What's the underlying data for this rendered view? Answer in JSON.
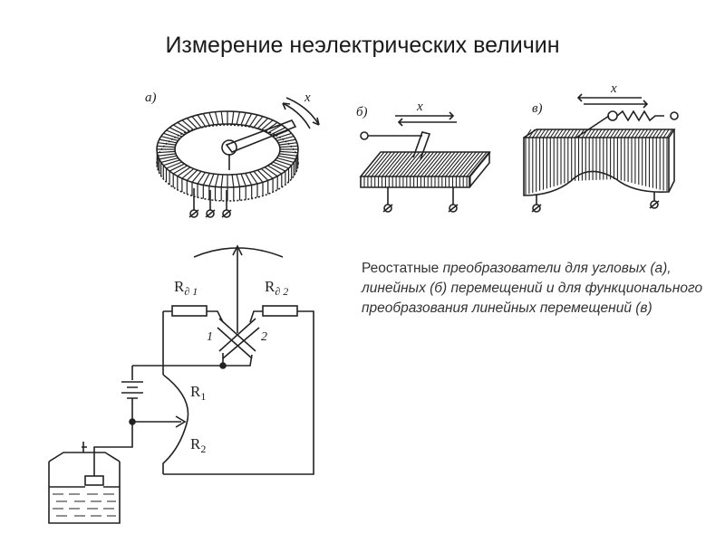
{
  "slide": {
    "title": "Измерение неэлектрических величин"
  },
  "figures": {
    "a": {
      "label": "а)",
      "motion_label": "x"
    },
    "b": {
      "label": "б)",
      "motion_label": "x"
    },
    "v": {
      "label": "в)",
      "motion_label": "x"
    }
  },
  "circuit": {
    "rd1": "R",
    "rd1_sub": "∂ 1",
    "rd2": "R",
    "rd2_sub": "∂ 2",
    "coil1": "1",
    "coil2": "2",
    "r1": "R",
    "r1_sub": "1",
    "r2": "R",
    "r2_sub": "2"
  },
  "caption": {
    "part1": "Реостатные ",
    "part2": "преобразователи для угловых (а), линейных (б) перемещений и для функционального преобразования линейных перемещений (в)"
  }
}
